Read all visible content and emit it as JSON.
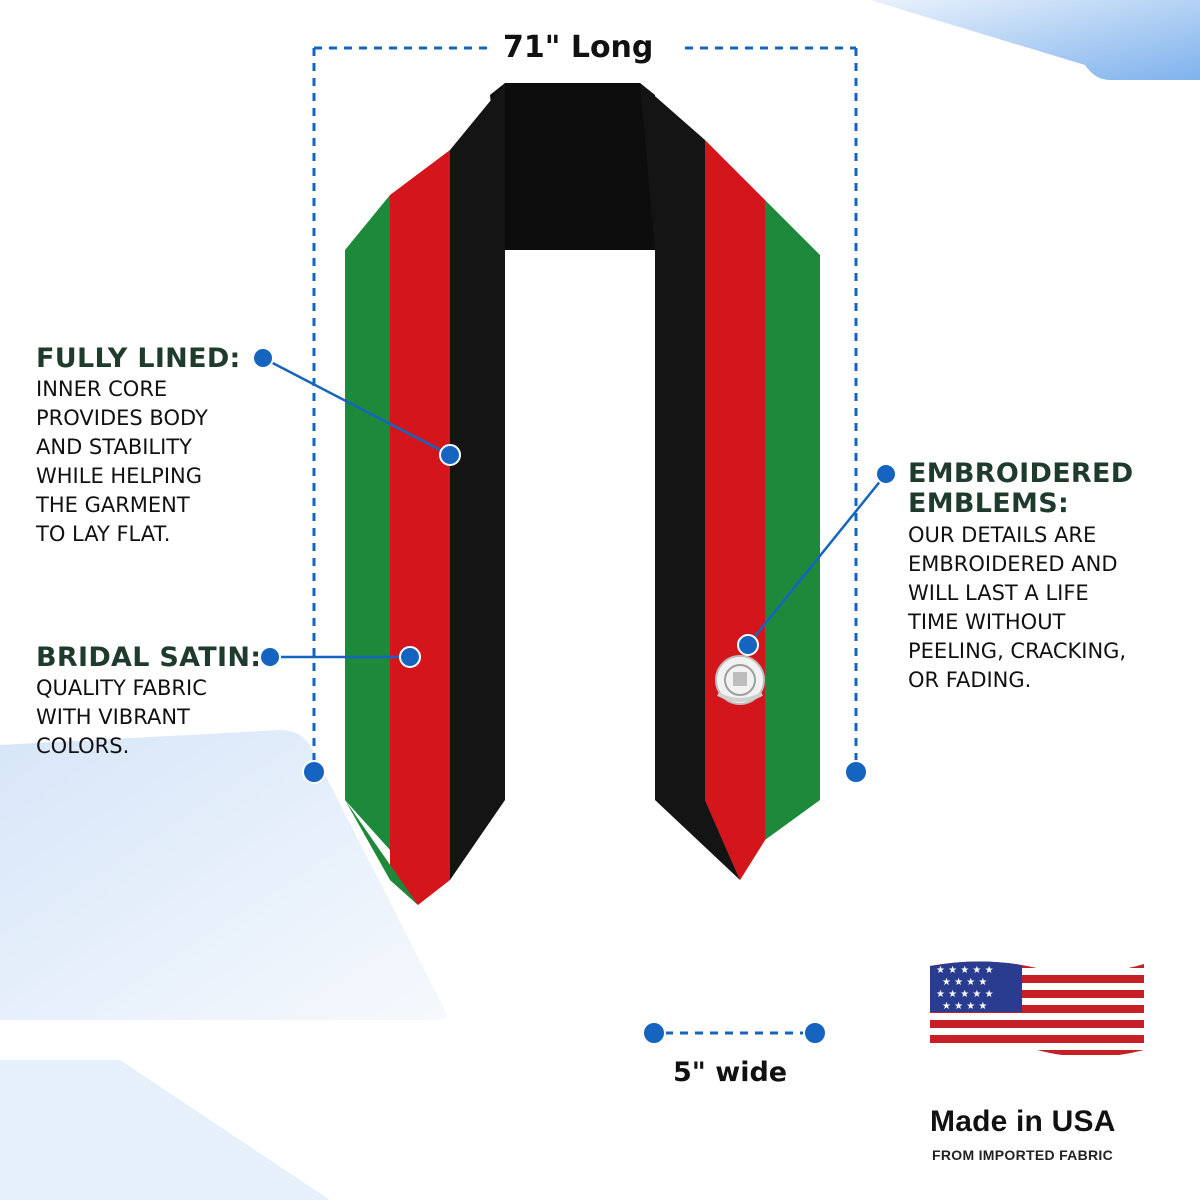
{
  "dimensions": {
    "length_label": "71\" Long",
    "width_label": "5\" wide"
  },
  "features": [
    {
      "title": "FULLY LINED:",
      "body": "INNER CORE\nPROVIDES BODY\nAND STABILITY\nWHILE HELPING\nTHE GARMENT\nTO LAY FLAT."
    },
    {
      "title": "BRIDAL SATIN:",
      "body": "QUALITY FABRIC\nWITH VIBRANT\nCOLORS."
    },
    {
      "title": "EMBROIDERED\nEMBLEMS:",
      "body": "OUR DETAILS ARE\nEMBROIDERED AND\nWILL LAST A LIFE\nTIME WITHOUT\nPEELING, CRACKING,\nOR FADING."
    }
  ],
  "badge": {
    "title": "Made in USA",
    "subtitle": "FROM IMPORTED FABRIC"
  },
  "colors": {
    "green": "#1d8a3b",
    "red": "#d4161c",
    "black": "#141414",
    "accent_blue": "#1565c0",
    "title_green": "#1f3b2c"
  },
  "icons": [
    "emblem-icon",
    "us-flag-icon"
  ]
}
